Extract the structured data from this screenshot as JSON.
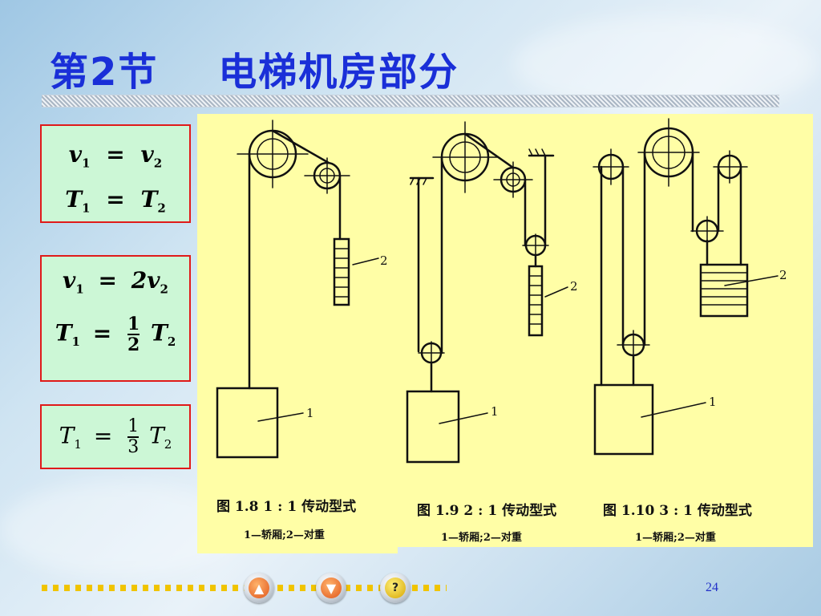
{
  "title": "第2节    电梯机房部分",
  "formulas": [
    {
      "line1": {
        "left": "v",
        "lsub": "1",
        "op": "=",
        "right": "v",
        "rsub": "2"
      },
      "line2": {
        "left": "T",
        "lsub": "1",
        "op": "=",
        "right": "T",
        "rsub": "2"
      }
    },
    {
      "line1": {
        "left": "v",
        "lsub": "1",
        "op": "=",
        "right": "2v",
        "rsub": "2"
      },
      "line2": {
        "left": "T",
        "lsub": "1",
        "op": "=",
        "num": "1",
        "den": "2",
        "right": "T",
        "rsub": "2"
      }
    },
    {
      "line1": {
        "left": "T",
        "lsub": "1",
        "op": "=",
        "num": "1",
        "den": "3",
        "right": "T",
        "rsub": "2"
      }
    }
  ],
  "figures": [
    {
      "caption": "图 1.8   1 : 1 传动型式",
      "legend": "1—轿厢;2—对重",
      "label_car": "1",
      "label_cw": "2"
    },
    {
      "caption": "图 1.9   2 : 1 传动型式",
      "legend": "1—轿厢;2—对重",
      "label_car": "1",
      "label_cw": "2"
    },
    {
      "caption": "图 1.10   3 : 1 传动型式",
      "legend": "1—轿厢;2—对重",
      "label_car": "1",
      "label_cw": "2"
    }
  ],
  "nav": {
    "home_icon": "home-arrow-icon",
    "next_icon": "down-arrow-icon",
    "help_icon": "help-icon"
  },
  "page_number": "24",
  "colors": {
    "title": "#1a2fd8",
    "formula_bg": "#ccf7d6",
    "formula_border": "#e01a1a",
    "panel_bg": "#fffea6",
    "nav_dots": "#f0c400"
  }
}
